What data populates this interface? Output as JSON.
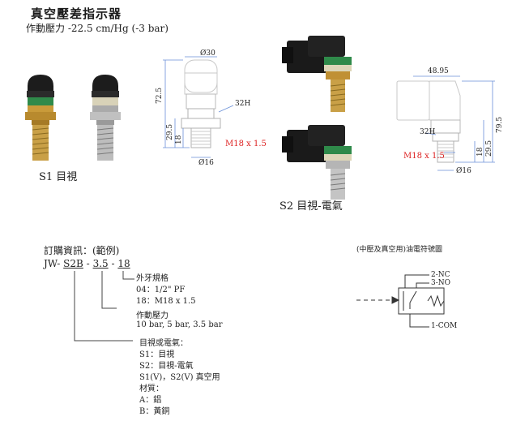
{
  "header": {
    "title": "真空壓差指示器",
    "subtitle": "作動壓力  -22.5 cm/Hg (-3 bar)"
  },
  "views": {
    "s1_caption": "S1 目視",
    "s2_caption": "S2 目視-電氣"
  },
  "drawing_s1": {
    "dia_top": "Ø30",
    "height_total": "72.5",
    "hex": "32H",
    "h_lower": "29.5",
    "h_thread": "18",
    "thread": "M18 x 1.5",
    "dia_bottom": "Ø16"
  },
  "drawing_s2": {
    "width": "48.95",
    "height_total": "79.5",
    "hex": "32H",
    "thread": "M18 x 1.5",
    "h_lower": "29.5",
    "h_thread": "18",
    "dia_bottom": "Ø16"
  },
  "order": {
    "heading": "訂購資訊：(範例)",
    "code_prefix": "JW-",
    "code_part1": "S2B",
    "code_sep1": "-",
    "code_part2": "3.5",
    "code_sep2": "-",
    "code_part3": "18",
    "thread_title": "外牙規格",
    "thread_opt1": "04：1/2\" PF",
    "thread_opt2": "18：M18 x 1.5",
    "pressure_title": "作動壓力",
    "pressure_opts": "10 bar, 5 bar, 3.5 bar",
    "type_title": "目視或電氣：",
    "type_opt1": "S1：目視",
    "type_opt2": "S2：目視-電氣",
    "type_opt3": "S1(V)，S2(V) 真空用",
    "material_title": "材質：",
    "material_a": "A：鋁",
    "material_b": "B：黃銅"
  },
  "symbol": {
    "title": "(中壓及真空用)油電符號圖",
    "nc": "2-NC",
    "no": "3-NO",
    "com": "1-COM"
  }
}
